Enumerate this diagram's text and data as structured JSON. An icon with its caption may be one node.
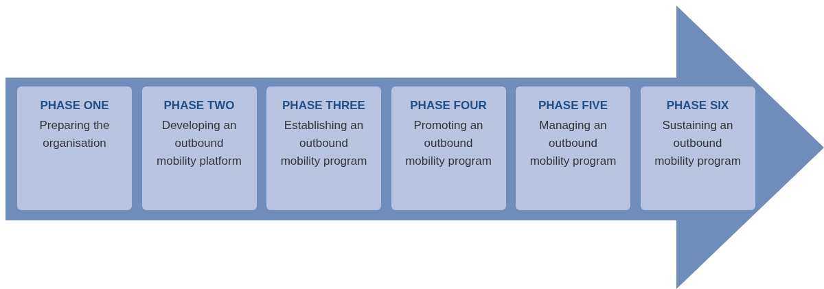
{
  "diagram": {
    "nodes": [
      {
        "text": [],
        "shape": "arrow"
      },
      {
        "text": [
          "PHASE ONE",
          "Preparing the organisation"
        ],
        "in": 0
      },
      {
        "text": [
          "PHASE TWO",
          "Developing an outbound mobility platform"
        ],
        "in": 0
      },
      {
        "text": [
          "PHASE THREE",
          "Establishing an outbound mobility program"
        ],
        "in": 0
      },
      {
        "text": [
          "PHASE FOUR",
          "Promoting an outbound mobility program"
        ],
        "in": 0
      },
      {
        "text": [
          "PHASE FIVE",
          "Managing an outbound mobility program"
        ],
        "in": 0
      },
      {
        "text": [
          "PHASE SIX",
          "Sustaining an outbound mobility program"
        ],
        "in": 0
      }
    ],
    "edges": []
  }
}
